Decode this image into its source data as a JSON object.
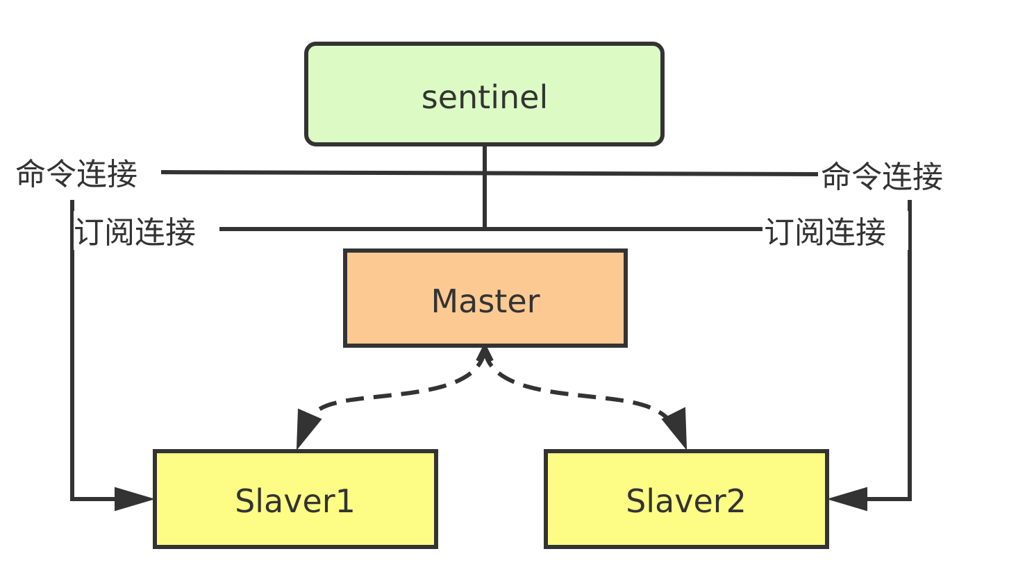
{
  "nodes": {
    "sentinel": {
      "label": "sentinel",
      "fill": "#dcfbc4"
    },
    "master": {
      "label": "Master",
      "fill": "#fdc993"
    },
    "slave1": {
      "label": "Slaver1",
      "fill": "#fdfd85"
    },
    "slave2": {
      "label": "Slaver2",
      "fill": "#fdfd85"
    }
  },
  "edge_labels": {
    "left_command": "命令连接",
    "left_subscribe": "订阅连接",
    "right_command": "命令连接",
    "right_subscribe": "订阅连接"
  },
  "colors": {
    "stroke": "#333333",
    "background": "#ffffff"
  }
}
